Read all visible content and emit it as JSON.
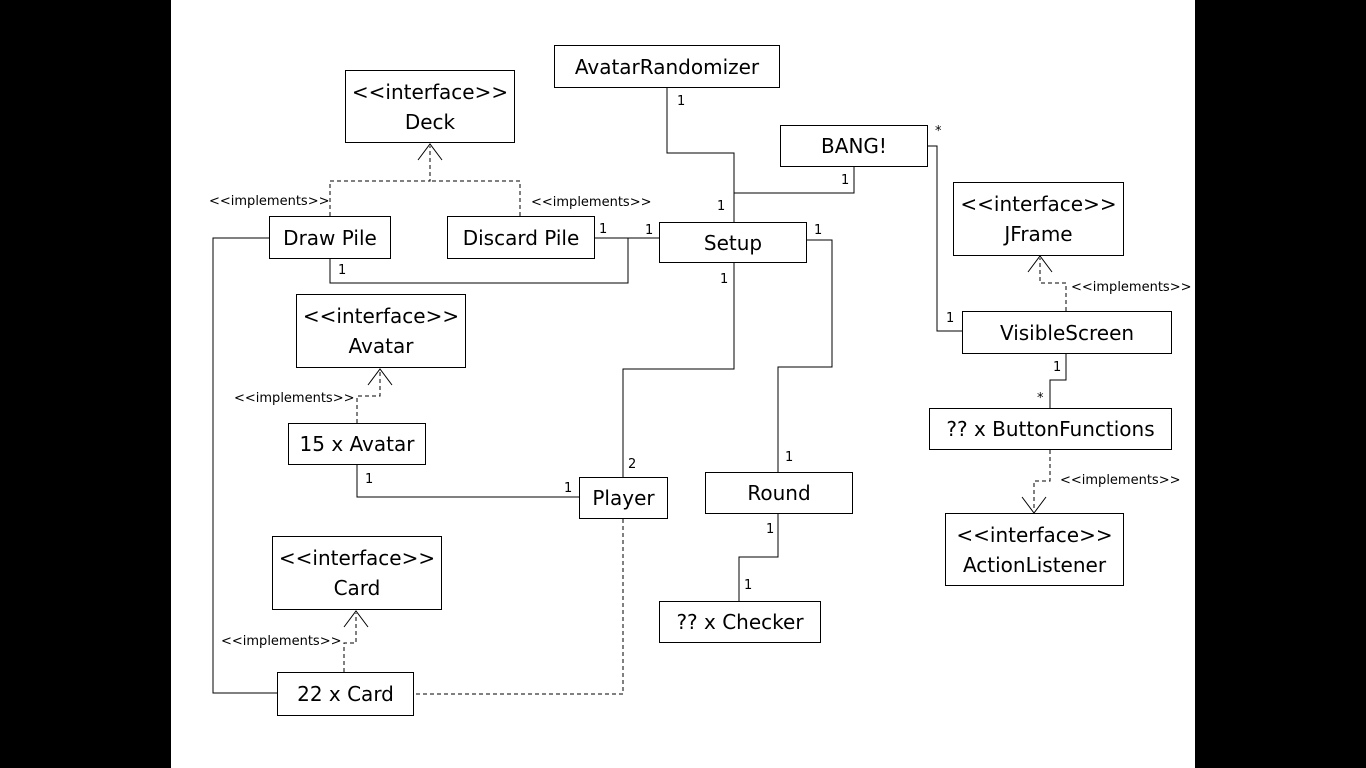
{
  "classes": {
    "avatar_randomizer": {
      "name": "AvatarRandomizer"
    },
    "deck": {
      "stereotype": "<<interface>>",
      "name": "Deck"
    },
    "bang": {
      "name": "BANG!"
    },
    "jframe": {
      "stereotype": "<<interface>>",
      "name": "JFrame"
    },
    "draw_pile": {
      "name": "Draw Pile"
    },
    "discard_pile": {
      "name": "Discard Pile"
    },
    "setup": {
      "name": "Setup"
    },
    "avatar_interface": {
      "stereotype": "<<interface>>",
      "name": "Avatar"
    },
    "visible_screen": {
      "name": "VisibleScreen"
    },
    "button_functions": {
      "name": "?? x ButtonFunctions"
    },
    "avatar_impl": {
      "name": "15 x Avatar"
    },
    "player": {
      "name": "Player"
    },
    "round": {
      "name": "Round"
    },
    "action_listener": {
      "stereotype": "<<interface>>",
      "name": "ActionListener"
    },
    "card_interface": {
      "stereotype": "<<interface>>",
      "name": "Card"
    },
    "checker": {
      "name": "?? x Checker"
    },
    "card_impl": {
      "name": "22 x Card"
    }
  },
  "implements_labels": {
    "draw_pile_deck": "<<implements>>",
    "discard_pile_deck": "<<implements>>",
    "visible_screen_jframe": "<<implements>>",
    "avatar_impl_avatar": "<<implements>>",
    "button_functions_action_listener": "<<implements>>",
    "card_impl_card": "<<implements>>"
  },
  "multiplicities": {
    "avatar_randomizer_setup_top": "1",
    "bang_many": "*",
    "bang_setup": "1",
    "setup_from_bang": "1",
    "discard_pile_setup_left": "1",
    "setup_from_discard": "1",
    "setup_round_top": "1",
    "draw_pile_setup": "1",
    "setup_player_top": "1",
    "visible_screen_bang": "1",
    "visible_screen_buttons": "1",
    "buttons_many": "*",
    "player_setup": "2",
    "round_setup": "1",
    "avatar_impl_player": "1",
    "player_avatar_impl": "1",
    "round_checker": "1",
    "checker_round": "1"
  }
}
